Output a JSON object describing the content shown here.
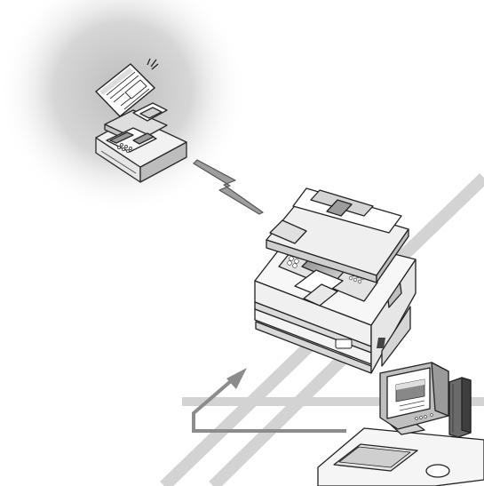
{
  "diagram": {
    "nodes": [
      {
        "id": "fax-machine",
        "icon": "fax-machine-icon"
      },
      {
        "id": "fax-document",
        "icon": "document-icon"
      },
      {
        "id": "multifunction-printer",
        "icon": "multifunction-printer-icon"
      },
      {
        "id": "computer",
        "icon": "computer-icon"
      }
    ],
    "connections": [
      {
        "from": "fax-machine",
        "to": "multifunction-printer",
        "type": "wireless",
        "icon": "lightning-bolt-icon"
      },
      {
        "from": "multifunction-printer",
        "to": "computer",
        "type": "network",
        "icon": "network-line"
      }
    ],
    "colors": {
      "background": "#ffffff",
      "halo": "#c4c4c4",
      "network_line": "#d3d3d3",
      "device_body": "#f7f7f7",
      "device_shade": "#c8c8c8",
      "device_dark": "#6a6a6a",
      "outline": "#2a2a2a"
    }
  }
}
